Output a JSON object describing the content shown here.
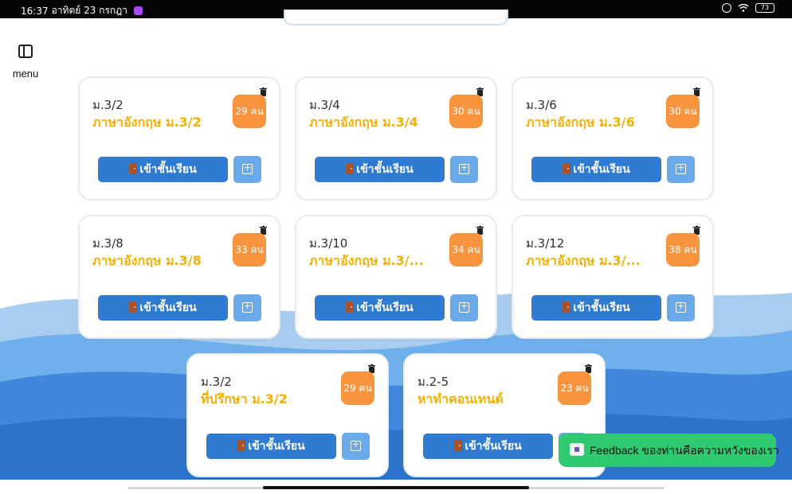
{
  "status_bar": {
    "time": "16:37",
    "date": "อาทิตย์ 23 กรกฎา",
    "battery": "73",
    "icons": [
      "alarm-icon",
      "wifi-icon",
      "battery-icon"
    ]
  },
  "menu": {
    "label": "menu",
    "icon": "sidebar-toggle-icon"
  },
  "colors": {
    "subject": "#f2b100",
    "count_badge": "#f7943d",
    "enter_button": "#2f7bd1",
    "copy_button": "#6aa9ea",
    "feedback": "#2fc970",
    "wave": "#3f88dc"
  },
  "classes": [
    {
      "grade": "ม.3/2",
      "subject": "ภาษาอังกฤษ ม.3/2",
      "count": "29 คน",
      "enter_label": "เข้าชั้นเรียน"
    },
    {
      "grade": "ม.3/4",
      "subject": "ภาษาอังกฤษ ม.3/4",
      "count": "30 คน",
      "enter_label": "เข้าชั้นเรียน"
    },
    {
      "grade": "ม.3/6",
      "subject": "ภาษาอังกฤษ ม.3/6",
      "count": "30 คน",
      "enter_label": "เข้าชั้นเรียน"
    },
    {
      "grade": "ม.3/8",
      "subject": "ภาษาอังกฤษ ม.3/8",
      "count": "33 คน",
      "enter_label": "เข้าชั้นเรียน"
    },
    {
      "grade": "ม.3/10",
      "subject": "ภาษาอังกฤษ ม.3/...",
      "count": "34 คน",
      "enter_label": "เข้าชั้นเรียน"
    },
    {
      "grade": "ม.3/12",
      "subject": "ภาษาอังกฤษ ม.3/...",
      "count": "38 คน",
      "enter_label": "เข้าชั้นเรียน"
    },
    {
      "grade": "ม.3/2",
      "subject": "ที่ปรึกษา ม.3/2",
      "count": "29 คน",
      "enter_label": "เข้าชั้นเรียน"
    },
    {
      "grade": "ม.2-5",
      "subject": "หาทำคอนเทนต์",
      "count": "23 คน",
      "enter_label": "เข้าชั้นเรียน"
    }
  ],
  "feedback": {
    "label": "Feedback ของท่านคือความหวังของเรา",
    "icon": "mailbox-icon"
  }
}
